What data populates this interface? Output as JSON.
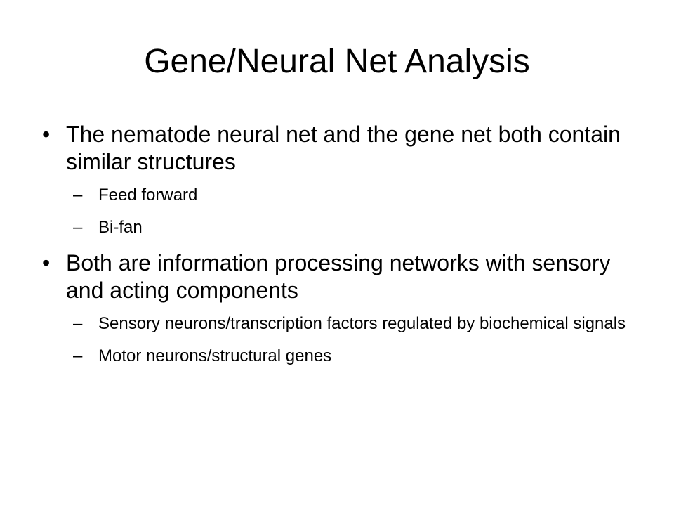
{
  "slide": {
    "title": "Gene/Neural Net Analysis",
    "bullets": [
      {
        "marker": "•",
        "text": "The nematode neural net and the gene net both contain similar structures",
        "subitems": [
          {
            "marker": "–",
            "text": "Feed forward"
          },
          {
            "marker": "–",
            "text": "Bi-fan"
          }
        ]
      },
      {
        "marker": "•",
        "text": "Both are information processing networks with sensory and acting components",
        "subitems": [
          {
            "marker": "–",
            "text": "Sensory neurons/transcription factors regulated by biochemical signals"
          },
          {
            "marker": "–",
            "text": "Motor neurons/structural genes"
          }
        ]
      }
    ]
  }
}
